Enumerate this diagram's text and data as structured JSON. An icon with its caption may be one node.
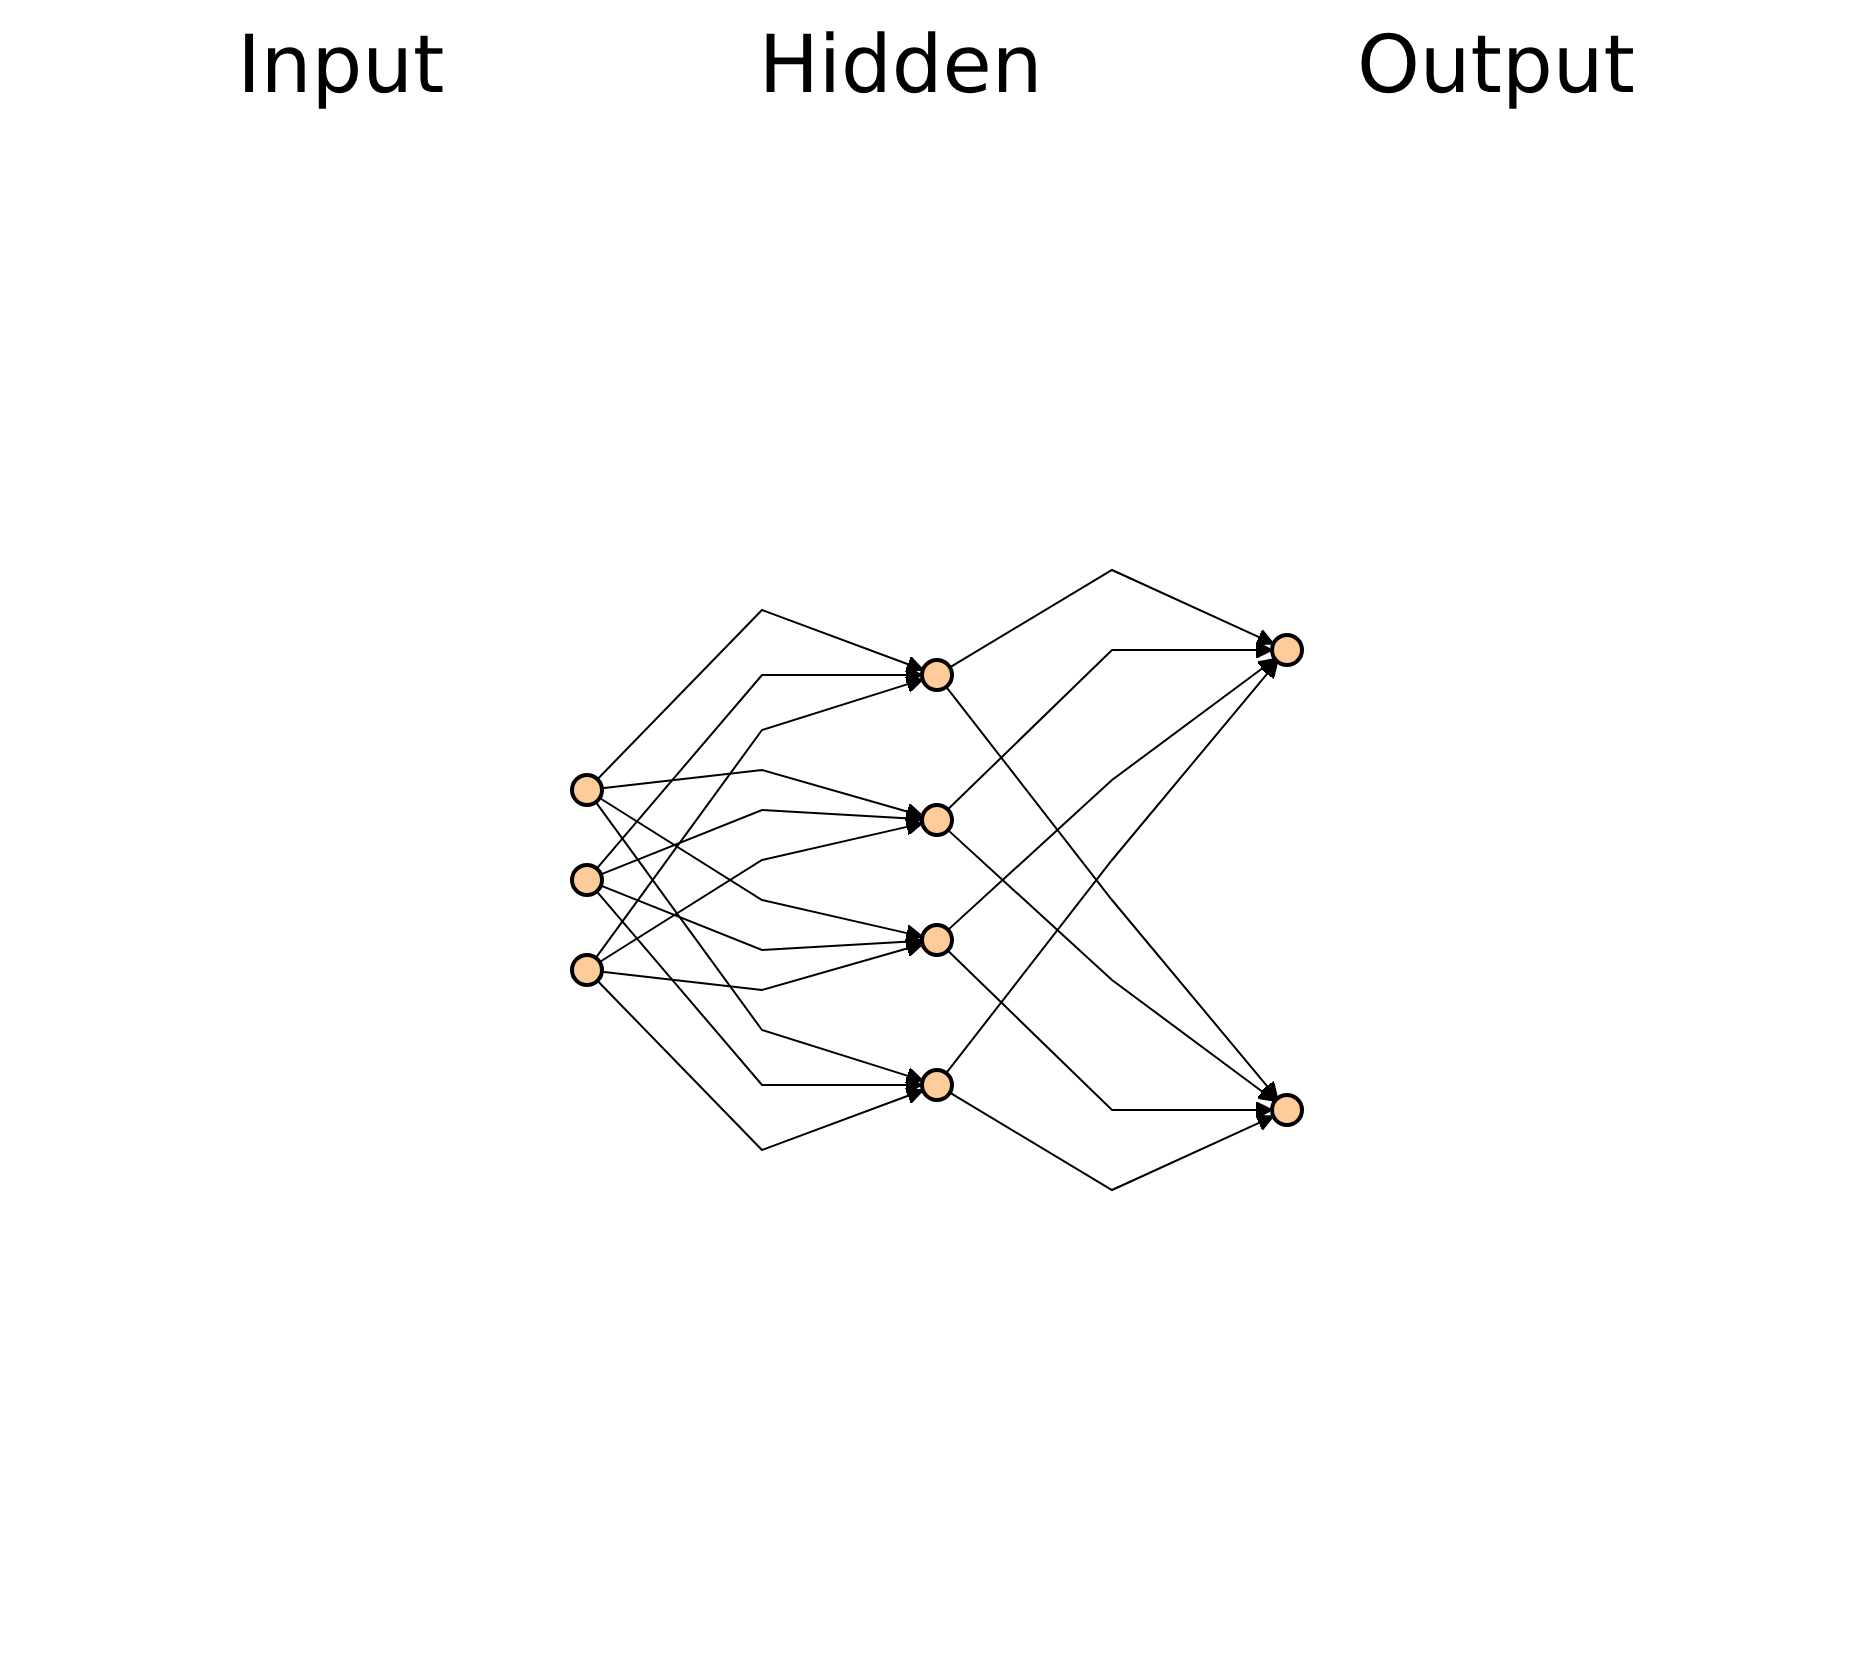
{
  "diagram": {
    "nodes": [
      {
        "text": [],
        "shape": "circle"
      },
      {
        "text": [],
        "shape": "circle"
      },
      {
        "text": [],
        "shape": "circle"
      },
      {
        "text": [],
        "shape": "circle"
      },
      {
        "text": [],
        "shape": "circle"
      },
      {
        "text": [],
        "shape": "circle"
      },
      {
        "text": [],
        "shape": "circle"
      },
      {
        "text": [],
        "shape": "circle"
      },
      {
        "text": [],
        "shape": "circle"
      }
    ],
    "edges": [
      {
        "from": 0,
        "to": 3,
        "arrow": "to"
      },
      {
        "from": 0,
        "to": 4,
        "arrow": "to"
      },
      {
        "from": 0,
        "to": 5,
        "arrow": "to"
      },
      {
        "from": 0,
        "to": 6,
        "arrow": "to"
      },
      {
        "from": 1,
        "to": 3,
        "arrow": "to"
      },
      {
        "from": 1,
        "to": 4,
        "arrow": "to"
      },
      {
        "from": 1,
        "to": 5,
        "arrow": "to"
      },
      {
        "from": 1,
        "to": 6,
        "arrow": "to"
      },
      {
        "from": 2,
        "to": 3,
        "arrow": "to"
      },
      {
        "from": 2,
        "to": 4,
        "arrow": "to"
      },
      {
        "from": 2,
        "to": 5,
        "arrow": "to"
      },
      {
        "from": 2,
        "to": 6,
        "arrow": "to"
      },
      {
        "from": 3,
        "to": 7,
        "arrow": "to"
      },
      {
        "from": 3,
        "to": 8,
        "arrow": "to"
      },
      {
        "from": 4,
        "to": 7,
        "arrow": "to"
      },
      {
        "from": 4,
        "to": 8,
        "arrow": "to"
      },
      {
        "from": 5,
        "to": 7,
        "arrow": "to"
      },
      {
        "from": 5,
        "to": 8,
        "arrow": "to"
      },
      {
        "from": 6,
        "to": 7,
        "arrow": "to"
      },
      {
        "from": 6,
        "to": 8,
        "arrow": "to"
      }
    ],
    "labels": [
      "Input",
      "Hidden",
      "Output"
    ]
  }
}
